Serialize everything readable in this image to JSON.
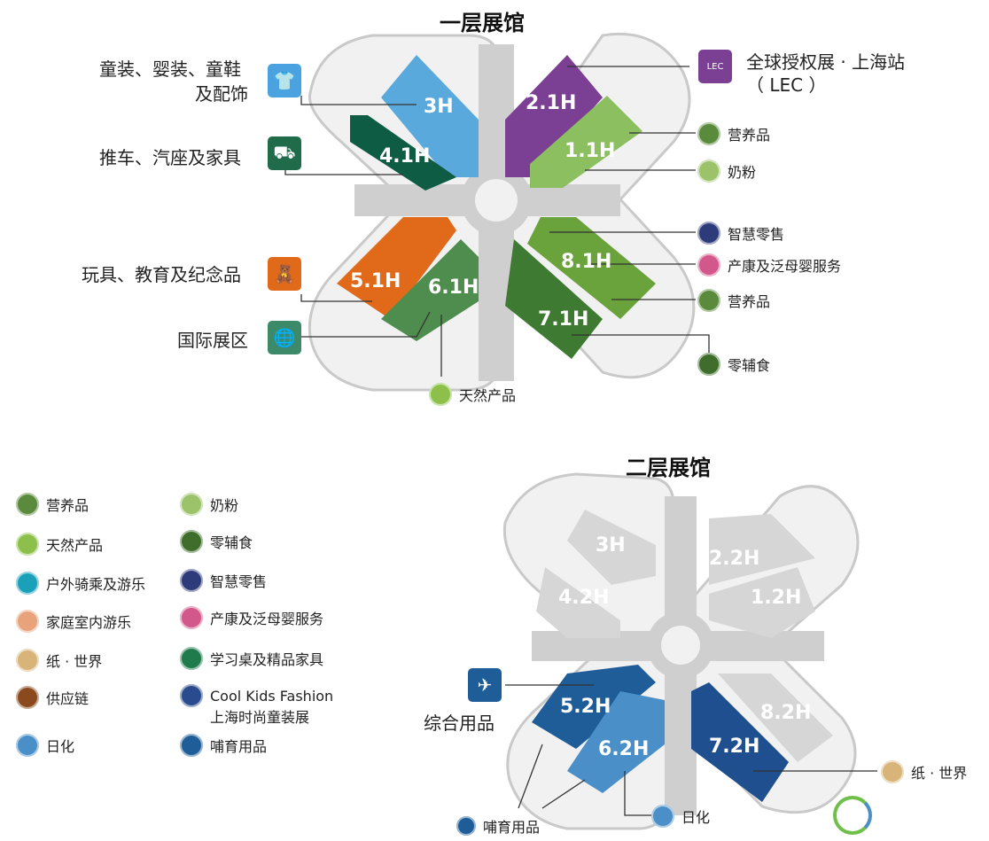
{
  "floor1": {
    "title": "一层展馆",
    "halls": [
      "3H",
      "2.1H",
      "4.1H",
      "1.1H",
      "5.1H",
      "6.1H",
      "8.1H",
      "7.1H"
    ],
    "labels": {
      "childwear": "童装、婴装、童鞋",
      "childwear2": "及配饰",
      "strollers": "推车、汽座及家具",
      "toys": "玩具、教育及纪念品",
      "international": "国际展区",
      "natural": "天然产品",
      "lec": "全球授权展 · 上海站",
      "lec2": "（ LEC ）",
      "nutrition": "营养品",
      "milk": "奶粉",
      "smart_retail": "智慧零售",
      "maternity": "产康及泛母婴服务",
      "nutrition2": "营养品",
      "snacks": "零辅食"
    }
  },
  "floor2": {
    "title": "二层展馆",
    "halls": [
      "3H",
      "2.2H",
      "4.2H",
      "1.2H",
      "5.2H",
      "6.2H",
      "7.2H",
      "8.2H"
    ],
    "labels": {
      "general": "综合用品",
      "feeding": "哺育用品",
      "daily": "日化",
      "paper": "纸 · 世界"
    }
  },
  "legend": [
    {
      "label": "营养品",
      "color": "#5a8a3c"
    },
    {
      "label": "奶粉",
      "color": "#9cc36a"
    },
    {
      "label": "天然产品",
      "color": "#8cc04a"
    },
    {
      "label": "零辅食",
      "color": "#3f6e2c"
    },
    {
      "label": "户外骑乘及游乐",
      "color": "#1aa0b8"
    },
    {
      "label": "智慧零售",
      "color": "#2e3b7a"
    },
    {
      "label": "家庭室内游乐",
      "color": "#e8a37a"
    },
    {
      "label": "产康及泛母婴服务",
      "color": "#d2578a"
    },
    {
      "label": "纸 · 世界",
      "color": "#d8b479"
    },
    {
      "label": "学习桌及精品家具",
      "color": "#1f7a4c"
    },
    {
      "label": "供应链",
      "color": "#8a4a1e"
    },
    {
      "label": "Cool Kids Fashion",
      "color": "#2a4b8d"
    },
    {
      "label": "日化",
      "color": "#4a8fc8"
    },
    {
      "label": "哺育用品",
      "color": "#1f5d99"
    }
  ],
  "legend_extra": "上海时尚童装展",
  "colors": {
    "hall3": "#5aa9dd",
    "hall21": "#7b3f93",
    "hall41": "#0f5c45",
    "hall11": "#8cbf60",
    "hall51": "#e06a1a",
    "hall61": "#4e8d4e",
    "hall81": "#6aa23c",
    "hall71": "#3f7a32",
    "floor2blue": "#1f5d99",
    "gray": "#d6d6d6"
  }
}
